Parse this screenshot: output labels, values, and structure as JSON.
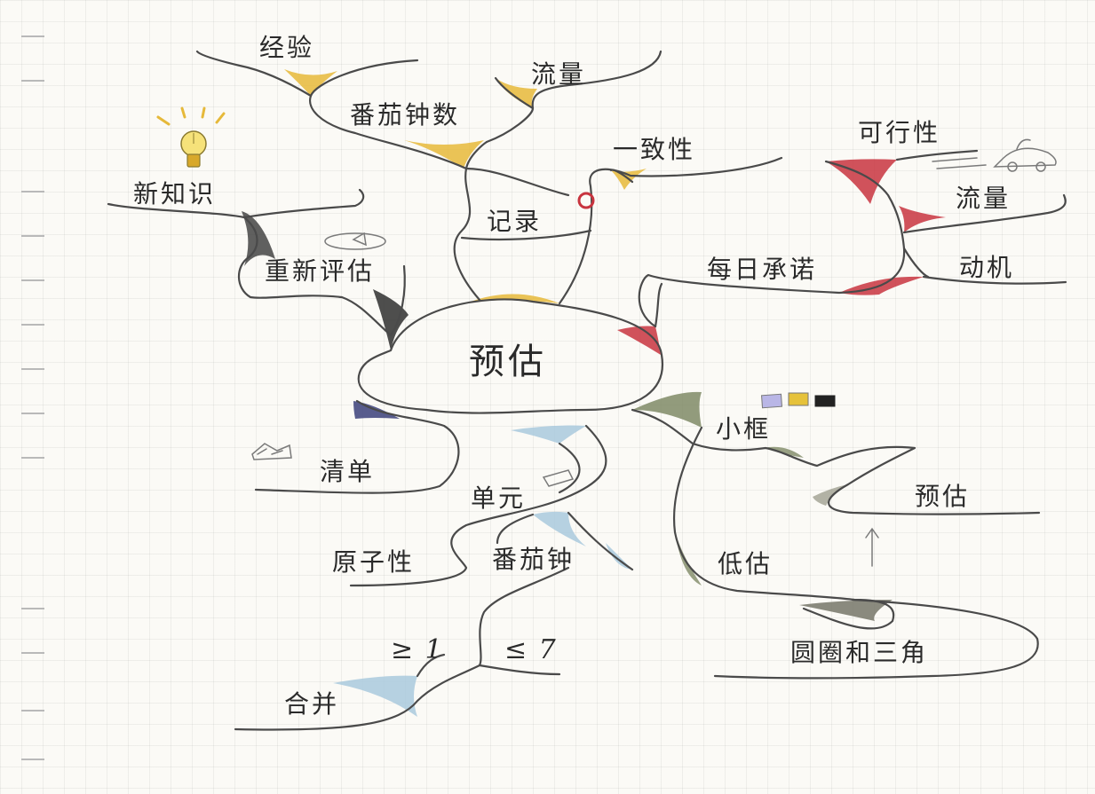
{
  "title": "",
  "center": "预估",
  "branches": {
    "yellow": {
      "color": "#e6b93a",
      "labels": [
        "经验",
        "流量",
        "番茄钟数",
        "一致性",
        "记录"
      ]
    },
    "black": {
      "color": "#3a3a3a",
      "labels": [
        "新知识",
        "重新评估"
      ]
    },
    "red": {
      "color": "#c8343f",
      "labels": [
        "可行性",
        "流量",
        "每日承诺",
        "动机"
      ]
    },
    "navy": {
      "color": "#3b3f7a",
      "labels": [
        "清单"
      ]
    },
    "lightblue": {
      "color": "#a9c9dd",
      "labels": [
        "单元",
        "原子性",
        "番茄钟",
        "合并",
        "≥ 1",
        "≤ 7"
      ]
    },
    "olive": {
      "color": "#7f8a66",
      "labels": [
        "小框",
        "预估",
        "低估",
        "圆圈和三角"
      ]
    }
  },
  "icons": [
    "lightbulb-icon",
    "loop-arrow-icon",
    "alarm-clock-icon",
    "car-icon",
    "stack-of-papers-icon",
    "eraser-icon",
    "color-squares-icon",
    "up-arrow-icon"
  ]
}
